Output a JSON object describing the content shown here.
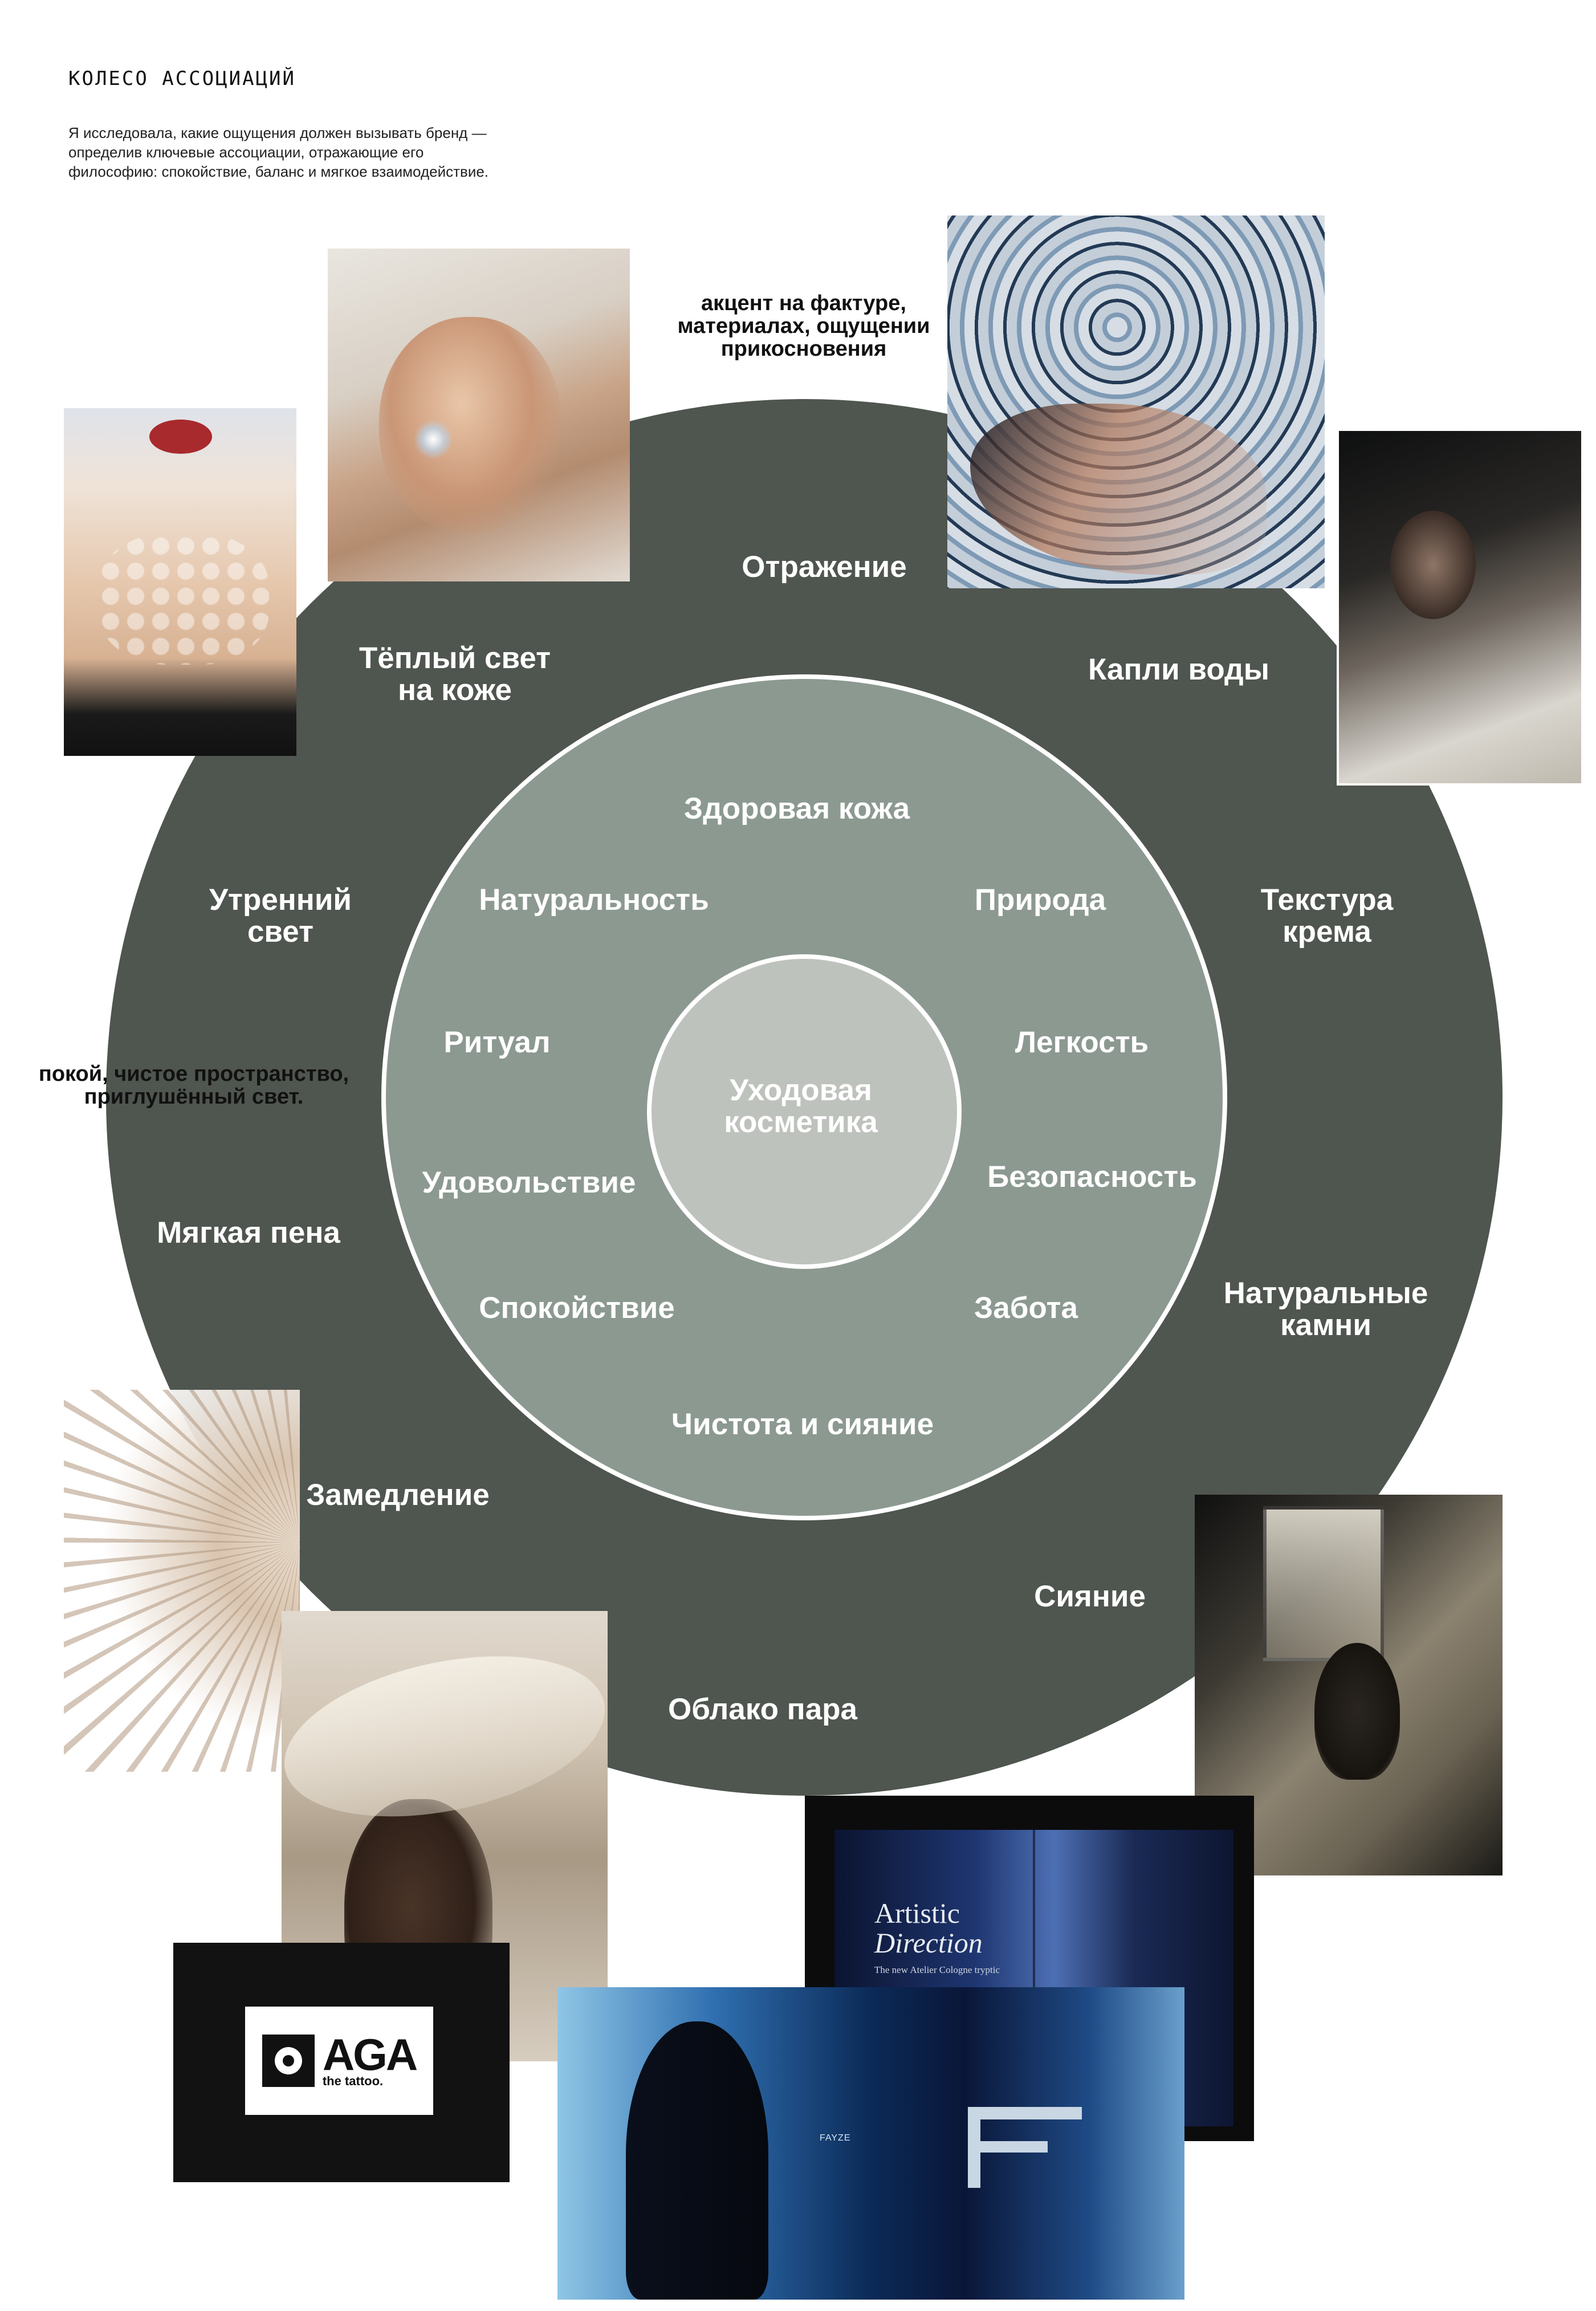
{
  "header": {
    "title": "КОЛЕСО АССОЦИАЦИЙ",
    "description": "Я исследовала, какие ощущения должен вызывать бренд — определив ключевые ассоциации, отражающие его философию: спокойствие, баланс и мягкое взаимодействие."
  },
  "wheel": {
    "core": [
      "Уходовая",
      "косметика"
    ],
    "inner_ring": {
      "healthy_skin": "Здоровая кожа",
      "naturalness": "Натуральность",
      "nature": "Природа",
      "ritual": "Ритуал",
      "lightness": "Легкость",
      "pleasure": "Удовольствие",
      "safety": "Безопасность",
      "calm": "Спокойствие",
      "care": "Забота",
      "purity": "Чистота и сияние"
    },
    "outer_ring": {
      "reflection": "Отражение",
      "warm_light": [
        "Тёплый свет",
        "на коже"
      ],
      "water_drops": "Капли воды",
      "morning_light": [
        "Утренний",
        "свет"
      ],
      "cream_texture": [
        "Текстура",
        "крема"
      ],
      "soft_foam": "Мягкая пена",
      "natural_stones": [
        "Натуральные",
        "камни"
      ],
      "slowing_down": "Замедление",
      "radiance": "Сияние",
      "steam_cloud": "Облако пара"
    }
  },
  "notes": {
    "texture_note": [
      "акцент на фактуре,",
      "материалах, ощущении",
      "прикосновения"
    ],
    "space_note": [
      "покой, чистое пространство,",
      "приглушённый свет."
    ]
  },
  "references": {
    "aga_logo_big": "AGA",
    "aga_logo_small": "the tattoo.",
    "magazine_title": [
      "Artistic",
      "Direction"
    ],
    "magazine_sub": "The new Atelier Cologne tryptic",
    "poster_brand": "FAYZE"
  },
  "colors": {
    "outer_ring": "#4f554f",
    "inner_ring": "#8c9991",
    "core": "#bec2bc",
    "divider": "#ffffff"
  }
}
